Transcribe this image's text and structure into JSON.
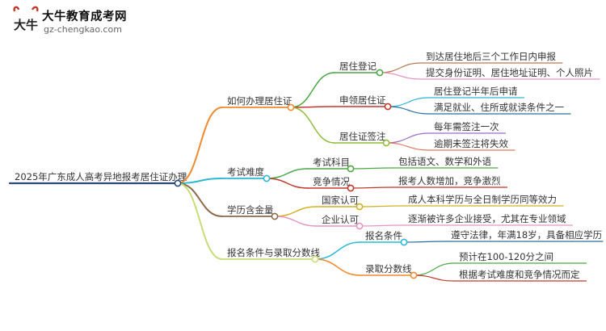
{
  "logo": {
    "name_cn": "大牛教育成考网",
    "url": "gz-chengkao.com",
    "mark_text": "大牛"
  },
  "root": {
    "label": "2025年广东成人高考异地报考居住证办理"
  },
  "branches": [
    {
      "label": "如何办理居住证",
      "color": "#f08a2e",
      "children": [
        {
          "label": "居住登记",
          "color": "#4aa844",
          "leaves": [
            {
              "label": "到达居住地后三个工作日内申报",
              "color": "#b77a52"
            },
            {
              "label": "提交身份证明、居住地址证明、个人照片",
              "color": "#e496c4"
            }
          ]
        },
        {
          "label": "申领居住证",
          "color": "#c0392b",
          "leaves": [
            {
              "label": "居住登记半年后申请",
              "color": "#2bb8d4"
            },
            {
              "label": "满足就业、住所或就读条件之一",
              "color": "#2a6e9e"
            }
          ]
        },
        {
          "label": "居住证签注",
          "color": "#8fbc3a",
          "leaves": [
            {
              "label": "每年需签注一次",
              "color": "#9b6cc4"
            },
            {
              "label": "逾期未签注将失效",
              "color": "#e07a5f"
            }
          ]
        }
      ]
    },
    {
      "label": "考试难度",
      "color": "#2bb8d4",
      "children": [
        {
          "label": "考试科目",
          "color": "#4aa844",
          "leaves": [
            {
              "label": "包括语文、数学和外语",
              "color": "#4aa844"
            }
          ]
        },
        {
          "label": "竞争情况",
          "color": "#c0392b",
          "leaves": [
            {
              "label": "报考人数增加，竞争激烈",
              "color": "#c0392b"
            }
          ]
        }
      ]
    },
    {
      "label": "学历含金量",
      "color": "#8b6a4a",
      "children": [
        {
          "label": "国家认可",
          "color": "#d4b020",
          "leaves": [
            {
              "label": "成人本科学历与全日制学历同等效力",
              "color": "#d4b020"
            }
          ]
        },
        {
          "label": "企业认可",
          "color": "#e496c4",
          "leaves": [
            {
              "label": "逐渐被许多企业接受，尤其在专业领域",
              "color": "#e496c4"
            }
          ]
        }
      ]
    },
    {
      "label": "报名条件与录取分数线",
      "color": "#c8dc7a",
      "children": [
        {
          "label": "报名条件",
          "color": "#2bb8d4",
          "leaves": [
            {
              "label": "遵守法律，年满18岁，具备相应学历",
              "color": "#2a6e9e"
            }
          ]
        },
        {
          "label": "录取分数线",
          "color": "#f08a2e",
          "leaves": [
            {
              "label": "预计在100-120分之间",
              "color": "#4aa844"
            },
            {
              "label": "根据考试难度和竞争情况而定",
              "color": "#c0392b"
            }
          ]
        }
      ]
    }
  ],
  "style": {
    "root_line": "#2a4a7a",
    "text": "#333333",
    "dot_fill": "#ffffff"
  }
}
